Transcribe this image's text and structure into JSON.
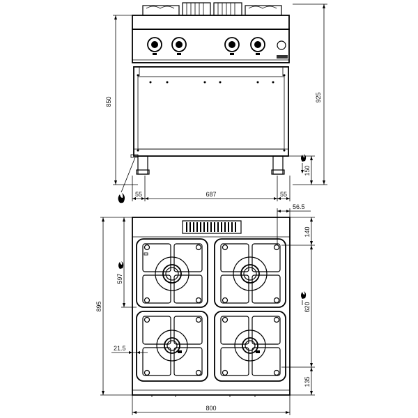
{
  "front_view": {
    "dims": {
      "height_body": "850",
      "height_total": "925",
      "leg_height": "150",
      "left_offset": "55",
      "inner_width": "687",
      "right_offset": "55"
    }
  },
  "top_view": {
    "dims": {
      "top_right_offset": "56.5",
      "rear_depth": "140",
      "gas_depth": "597",
      "total_depth": "895",
      "burner_spacing": "620",
      "front_depth": "135",
      "side_offset": "21.5",
      "total_width": "800"
    }
  },
  "icons": {
    "gas": "flame-icon"
  }
}
